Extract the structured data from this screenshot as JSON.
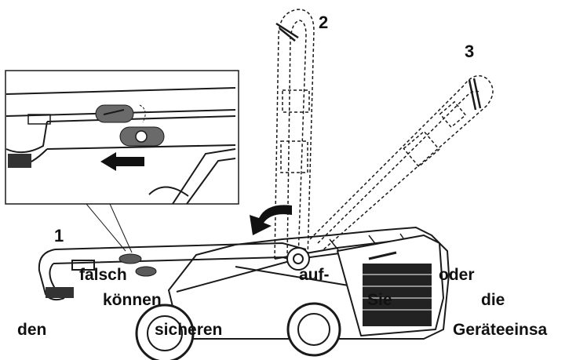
{
  "steps": {
    "one": "1",
    "two": "2",
    "three": "3"
  },
  "overlay_words": [
    "falsch",
    "können",
    "den",
    "sicheren",
    "auf-",
    "Sie",
    "oder",
    "die",
    "Geräteeinsa"
  ],
  "colors": {
    "line": "#1a1a1a",
    "knob": "#5a5a5a",
    "panel": "#222222",
    "background": "#ffffff"
  },
  "icons": {
    "direction_arrow": "arrow-left-icon",
    "rotate_arrow": "curved-arrow-icon"
  }
}
